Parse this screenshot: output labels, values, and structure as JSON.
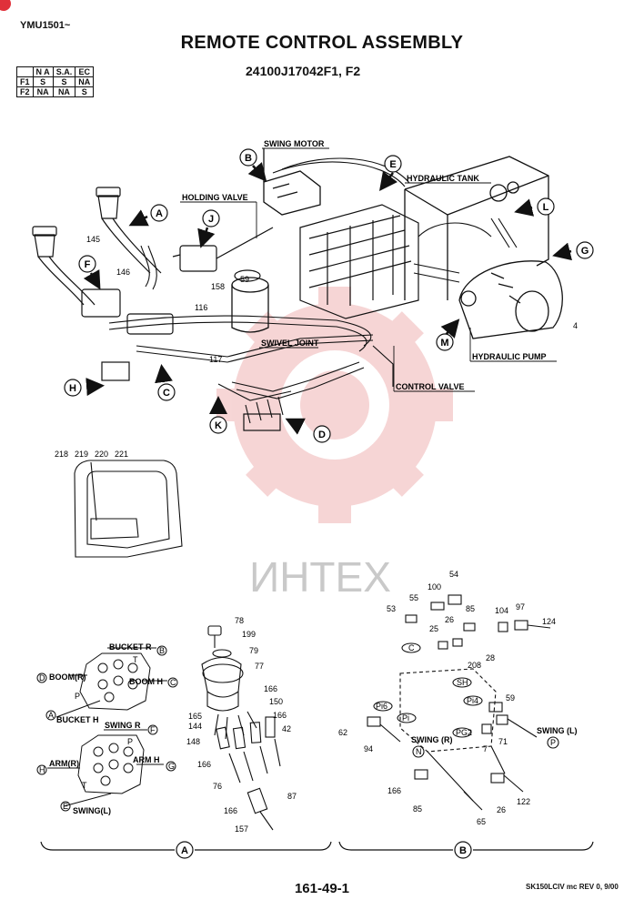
{
  "header": {
    "serial": "YMU1501~",
    "title": "REMOTE CONTROL ASSEMBLY",
    "part_number": "24100J17042F1, F2"
  },
  "applicability_table": {
    "columns": [
      "N A",
      "S.A.",
      "EC"
    ],
    "rows": [
      {
        "label": "F1",
        "values": [
          "S",
          "S",
          "NA"
        ]
      },
      {
        "label": "F2",
        "values": [
          "NA",
          "NA",
          "S"
        ]
      }
    ]
  },
  "component_labels": {
    "swing_motor": "SWING MOTOR",
    "hydraulic_tank": "HYDRAULIC TANK",
    "holding_valve": "HOLDING VALVE",
    "swivel_joint": "SWIVEL JOINT",
    "control_valve": "CONTROL VALVE",
    "hydraulic_pump": "HYDRAULIC PUMP"
  },
  "view_callouts": [
    "A",
    "B",
    "C",
    "D",
    "E",
    "F",
    "G",
    "H",
    "J",
    "K",
    "L",
    "M"
  ],
  "main_part_numbers": {
    "p145": "145",
    "p146": "146",
    "p158": "158",
    "p59": "59",
    "p116": "116",
    "p117": "117",
    "p4": "4"
  },
  "cab_part_numbers": {
    "p218": "218",
    "p219": "219",
    "p220": "220",
    "p221": "221"
  },
  "pattern_left": {
    "bucket_r": "BUCKET R",
    "boom_r": "BOOM(R)",
    "boom_h": "BOOM H",
    "bucket_h": "BUCKET H",
    "t": "T",
    "p": "P",
    "c1": "B",
    "c2": "D",
    "c3": "C",
    "c4": "A"
  },
  "pattern_right": {
    "swing_r": "SWING R",
    "arm_r": "ARM(R)",
    "arm_h": "ARM H",
    "swing_l": "SWING(L)",
    "p": "P",
    "t": "T",
    "c1": "F",
    "c2": "H",
    "c3": "G",
    "c4": "E"
  },
  "detail_a_parts": {
    "p78": "78",
    "p199": "199",
    "p79": "79",
    "p77": "77",
    "p166a": "166",
    "p150": "150",
    "p166b": "166",
    "p165": "165",
    "p144": "144",
    "p42": "42",
    "p148": "148",
    "p166c": "166",
    "p76": "76",
    "p87": "87",
    "p166d": "166",
    "p157": "157"
  },
  "detail_b_parts": {
    "p54": "54",
    "p100": "100",
    "p53": "53",
    "p55": "55",
    "p85a": "85",
    "p104": "104",
    "p97": "97",
    "p124": "124",
    "p26a": "26",
    "p25a": "25",
    "p28": "28",
    "p208": "208",
    "c": "C",
    "sh": "SH",
    "p59": "59",
    "pi4": "Pi4",
    "pi6": "Pi6",
    "pi": "Pi",
    "p62": "62",
    "pg2": "PG2",
    "p7": "7",
    "p71": "71",
    "p94": "94",
    "swing_r": "SWING (R)",
    "swing_l": "SWING (L)",
    "n": "N",
    "pp": "P",
    "p166": "166",
    "p85b": "85",
    "p122": "122",
    "p26b": "26",
    "p65": "65"
  },
  "section_markers": {
    "a": "A",
    "b": "B"
  },
  "watermark": "ИНТЕХ",
  "footer": {
    "page": "161-49-1",
    "revision": "SK150LCIV mc REV 0, 9/00"
  },
  "colors": {
    "ink": "#111111",
    "watermark": "#f0b4b4",
    "watermark_text": "#c9c9c9",
    "corner_badge": "#e0303a"
  }
}
